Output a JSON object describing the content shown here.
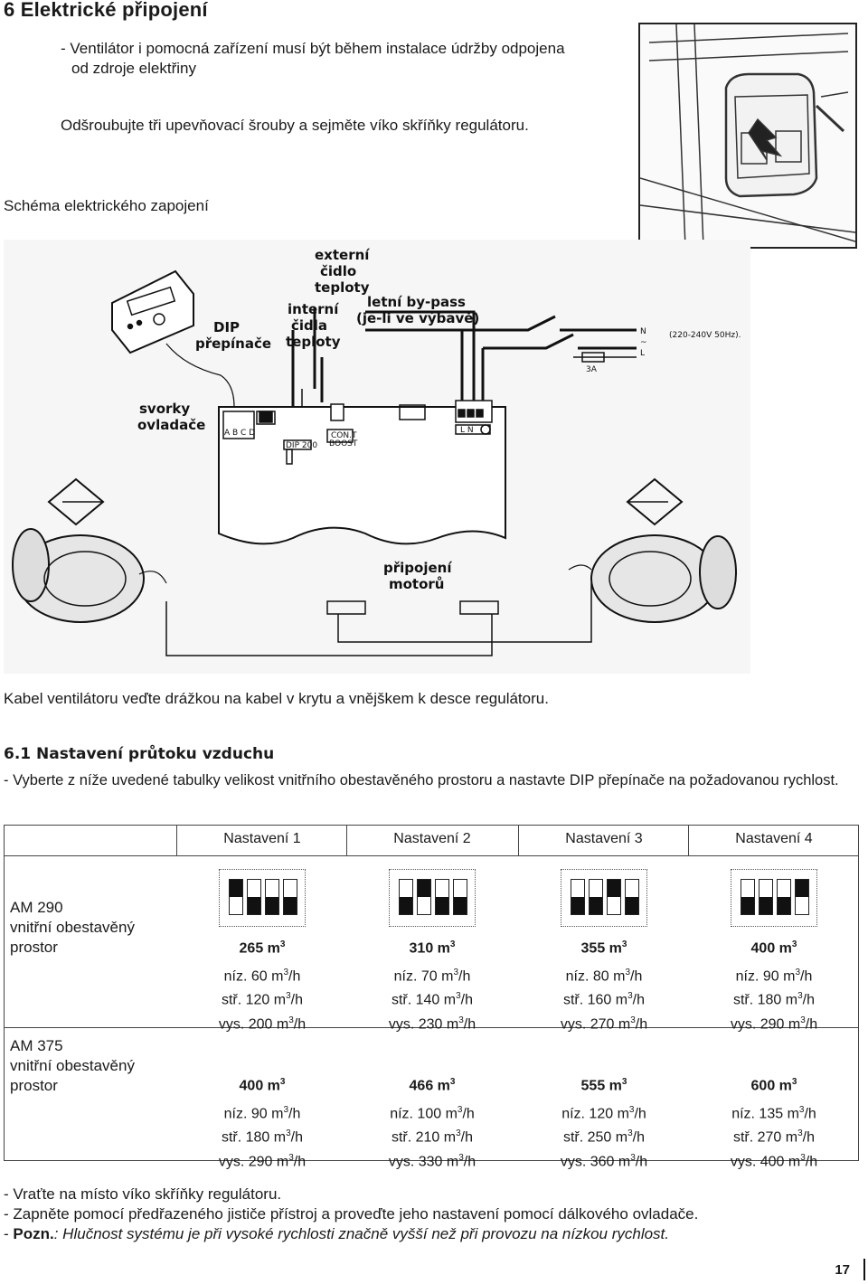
{
  "page": {
    "title": "6 Elektrické připojení",
    "intro_line1": "- Ventilátor i pomocná zařízení musí být během instalace údržby odpojena",
    "intro_line2": "od zdroje elektřiny",
    "instruction": "Odšroubujte tři upevňovací šrouby a sejměte víko skříňky regulátoru.",
    "schema_heading": "Schéma elektrického zapojení",
    "cable_note": "Kabel ventilátoru veďte drážkou na kabel v krytu a vnějškem k desce regulátoru.",
    "section_61_title": "6.1 Nastavení průtoku vzduchu",
    "section_61_text": "- Vyberte z níže uvedené tabulky velikost vnitřního obestavěného prostoru a nastavte DIP přepínače na požadovanou rychlost.",
    "page_number": "17"
  },
  "diagram": {
    "label_externi_1": "externí",
    "label_externi_2": "čidlo",
    "label_externi_3": "teploty",
    "label_interni_1": "interní",
    "label_interni_2": "čidla",
    "label_interni_3": "teploty",
    "label_bypass_1": "letní by-pass",
    "label_bypass_2": "(je-li ve výbavě)",
    "label_dip_1": "DIP",
    "label_dip_2": "přepínače",
    "label_svorky_1": "svorky",
    "label_svorky_2": "ovladače",
    "label_motory_1": "připojení",
    "label_motory_2": "motorů",
    "label_n": "N",
    "label_tilde": "~",
    "label_l": "L",
    "label_voltage": "(220-240V 50Hz).",
    "label_fuse": "3A",
    "label_abcd": "A B C D",
    "label_dip200": "DIP 200",
    "label_cont_boost_1": "CON.T",
    "label_cont_boost_2": "BOOST",
    "label_ln": "L N"
  },
  "table": {
    "headers": [
      "Nastavení 1",
      "Nastavení 2",
      "Nastavení 3",
      "Nastavení 4"
    ],
    "dip_patterns": [
      [
        "up",
        "down",
        "down",
        "down"
      ],
      [
        "down",
        "up",
        "down",
        "down"
      ],
      [
        "down",
        "down",
        "up",
        "down"
      ],
      [
        "down",
        "down",
        "down",
        "up"
      ]
    ],
    "rows": [
      {
        "label_1": "AM 290",
        "label_2": "vnitřní obestavěný",
        "label_3": "prostor",
        "volumes": [
          "265 m",
          "310 m",
          "355 m",
          "400 m"
        ],
        "volume_unit_exp": "3",
        "speeds": [
          {
            "low": "níz. 60 m",
            "mid": "stř. 120 m",
            "high": "vys. 200 m"
          },
          {
            "low": "níz. 70 m",
            "mid": "stř. 140 m",
            "high": "vys. 230 m"
          },
          {
            "low": "níz. 80 m",
            "mid": "stř. 160 m",
            "high": "vys. 270 m"
          },
          {
            "low": "níz. 90 m",
            "mid": "stř. 180 m",
            "high": "vys. 290 m"
          }
        ]
      },
      {
        "label_1": "AM 375",
        "label_2": "vnitřní obestavěný",
        "label_3": "prostor",
        "volumes": [
          "400 m",
          "466 m",
          "555 m",
          "600 m"
        ],
        "volume_unit_exp": "3",
        "speeds": [
          {
            "low": "níz. 90 m",
            "mid": "stř. 180 m",
            "high": "vys. 290 m"
          },
          {
            "low": "níz. 100 m",
            "mid": "stř. 210 m",
            "high": "vys. 330 m"
          },
          {
            "low": "níz. 120 m",
            "mid": "stř. 250 m",
            "high": "vys. 360 m"
          },
          {
            "low": "níz. 135 m",
            "mid": "stř. 270 m",
            "high": "vys. 400 m"
          }
        ]
      }
    ],
    "speed_unit_tail": "/h"
  },
  "notes": {
    "line1": "- Vraťte na místo víko skříňky regulátoru.",
    "line2": "- Zapněte pomocí předřazeného jističe přístroj a proveďte jeho nastavení pomocí dálkového ovladače.",
    "line3_prefix": "- ",
    "line3_bold": "Pozn.",
    "line3_italic": ": Hlučnost systému je při vysoké rychlosti značně vyšší než při provozu na nízkou rychlost."
  }
}
